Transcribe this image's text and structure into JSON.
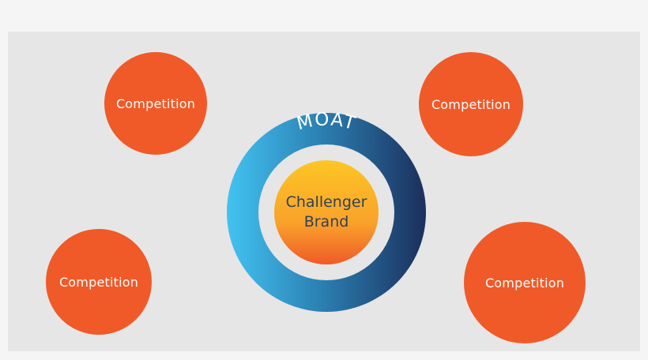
{
  "diagram": {
    "moat_label": "MOAT",
    "center": {
      "line1": "Challenger",
      "line2": "Brand"
    },
    "competitors": [
      "Competition",
      "Competition",
      "Competition",
      "Competition"
    ],
    "colors": {
      "competitor_fill": "#f05a28",
      "moat_gradient_start": "#42c3f2",
      "moat_gradient_end": "#1b2f5c",
      "brand_gradient_top": "#fdc624",
      "brand_gradient_bottom": "#f05a28",
      "background": "#e6e6e6",
      "text_light": "#ffffff",
      "text_dark": "#2f4059"
    }
  }
}
